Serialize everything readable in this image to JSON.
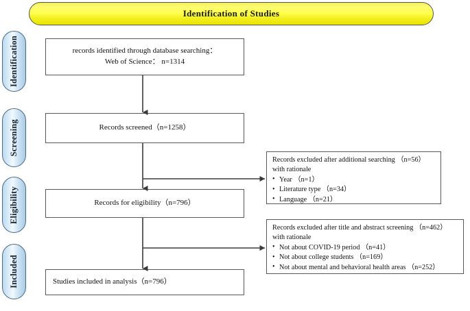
{
  "banner": {
    "title": "Identification of Studies",
    "color": "#ffff4d",
    "border_color": "#55544a"
  },
  "stages": [
    {
      "label": "Identification",
      "key": "identification"
    },
    {
      "label": "Screening",
      "key": "screening"
    },
    {
      "label": "Eligibility",
      "key": "eligibility"
    },
    {
      "label": "Included",
      "key": "included"
    }
  ],
  "stage_pill_color": "#cfe4f4",
  "flow_boxes": [
    {
      "key": "records-identified",
      "align": "center",
      "lines": [
        "records identified through database searching：",
        "Web of Science： n=1314"
      ]
    },
    {
      "key": "records-screened",
      "align": "center",
      "lines": [
        "Records screened（n=1258）"
      ]
    },
    {
      "key": "records-eligibility",
      "align": "center",
      "lines": [
        "Records for eligibility（n=796）"
      ]
    },
    {
      "key": "studies-included",
      "align": "left",
      "lines": [
        "Studies included in analysis（n=796）"
      ]
    }
  ],
  "exclusion_boxes": [
    {
      "key": "excluded-additional-searching",
      "heading_line_1": "Records excluded after additional searching （n=56）",
      "heading_line_2": "with rationale",
      "reasons": [
        "Year （n=1）",
        "Literature type （n=34）",
        "Language （n=21）"
      ]
    },
    {
      "key": "excluded-title-abstract",
      "heading_line_1": "Records excluded after title and abstract screening （n=462）",
      "heading_line_2": "with rationale",
      "reasons": [
        "Not about COVID-19 period （n=41）",
        "Not about college students （n=169）",
        "Not about mental and behavioral health areas （n=252）"
      ]
    }
  ],
  "connector_color": "#3a3a3a"
}
